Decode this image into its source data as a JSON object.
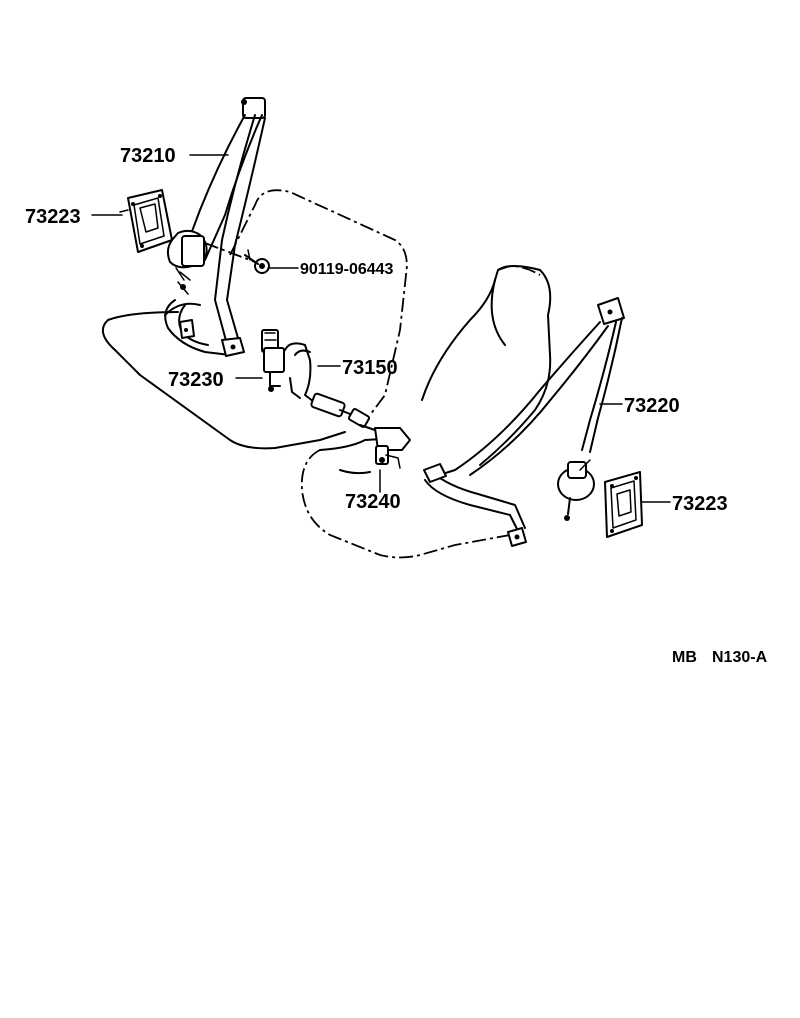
{
  "diagram": {
    "labels": {
      "p73210": "73210",
      "p73223_left": "73223",
      "p90119": "90119-06443",
      "p73230": "73230",
      "p73150": "73150",
      "p73220": "73220",
      "p73240": "73240",
      "p73223_right": "73223"
    },
    "code": {
      "prefix": "MB",
      "id": "N130-A"
    }
  }
}
